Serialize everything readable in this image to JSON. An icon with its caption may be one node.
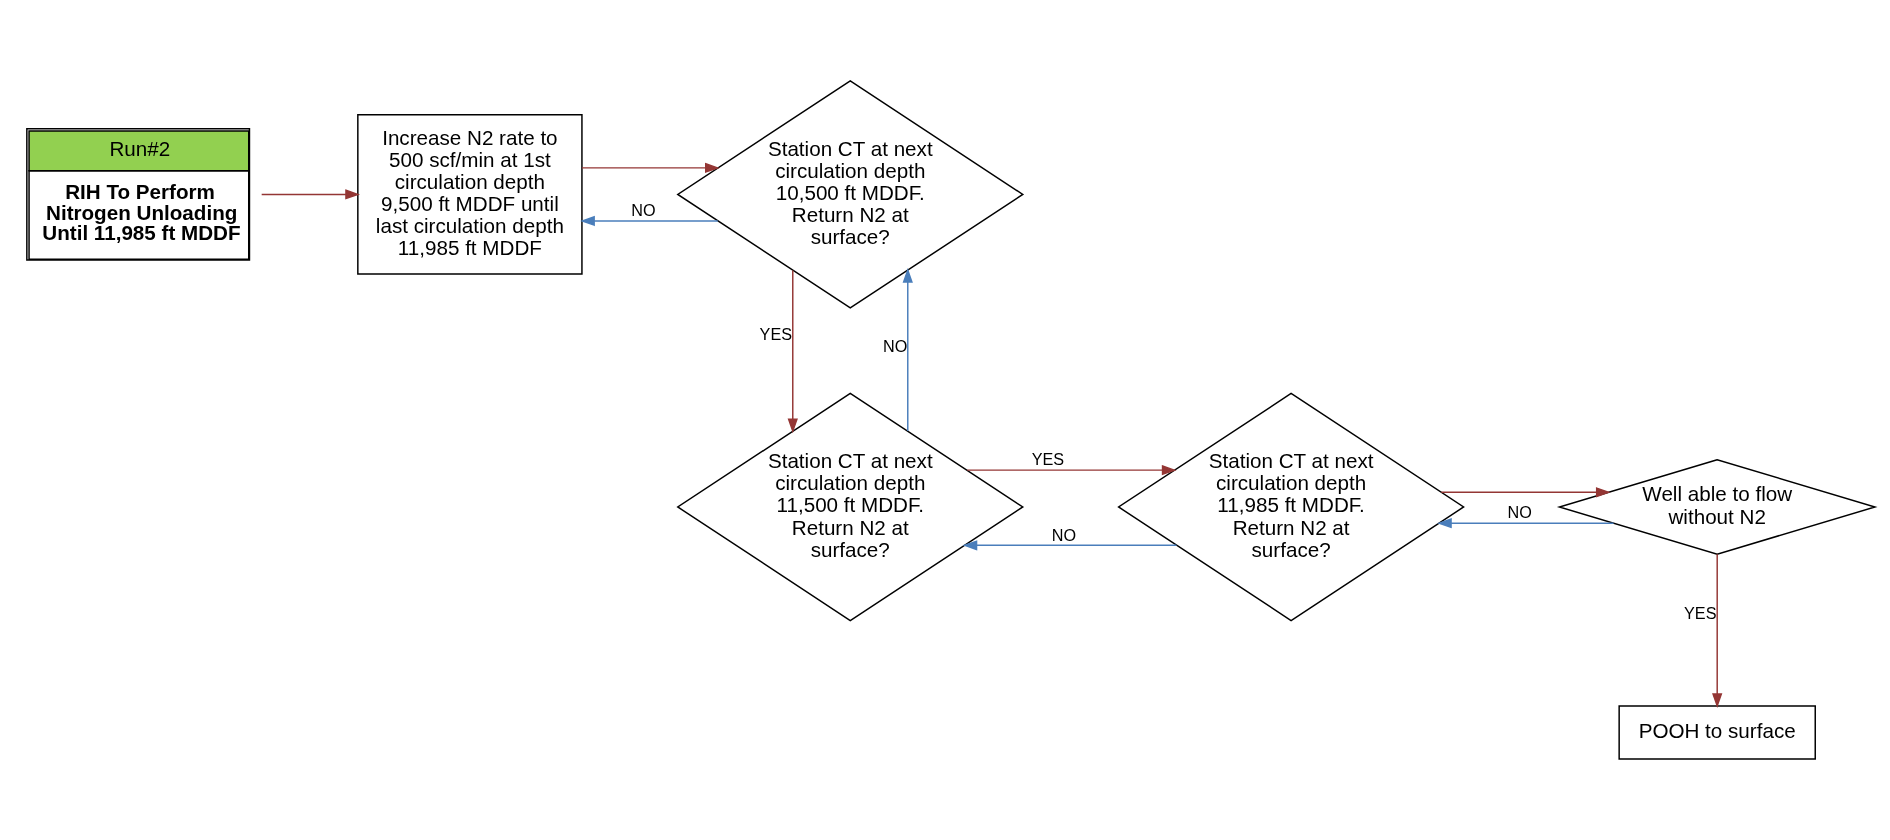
{
  "diagram": {
    "nodes": [
      {
        "text": [
          "Run#2",
          "RIH To Perform Nitrogen Unloading Until 11,985 ft MDDF"
        ]
      },
      {
        "text": [
          "Increase N2 rate to 500 scf/min at 1st circulation depth 9,500 ft MDDF until last circulation depth 11,985 ft MDDF"
        ]
      },
      {
        "text": [
          "Station CT at next circulation depth 10,500 ft MDDF. Return N2 at surface?"
        ]
      },
      {
        "text": [
          "Station CT at next circulation depth 11,500 ft MDDF. Return N2 at surface?"
        ]
      },
      {
        "text": [
          "Station CT at next circulation depth 11,985 ft MDDF. Return N2 at surface?"
        ]
      },
      {
        "text": [
          "Well able to flow without N2"
        ]
      },
      {
        "text": [
          "POOH to surface"
        ]
      }
    ],
    "edges": [
      {
        "from": 0,
        "to": 1,
        "arrow": "to"
      },
      {
        "from": 1,
        "to": 2,
        "arrow": "to"
      },
      {
        "from": 2,
        "to": 1,
        "arrow": "to",
        "label": "NO",
        "color": "#4a7ebb"
      },
      {
        "from": 2,
        "to": 3,
        "arrow": "to",
        "label": "YES"
      },
      {
        "from": 3,
        "to": 2,
        "arrow": "to",
        "label": "NO",
        "color": "#4a7ebb"
      },
      {
        "from": 3,
        "to": 4,
        "arrow": "to",
        "label": "YES"
      },
      {
        "from": 4,
        "to": 5,
        "arrow": "to"
      },
      {
        "from": 5,
        "to": 6,
        "arrow": "to",
        "label": "YES"
      },
      {
        "from": 5,
        "to": 4,
        "arrow": "to",
        "label": "NO",
        "color": "#4a7ebb"
      },
      {
        "from": 4,
        "to": 3,
        "arrow": "to",
        "label": "NO",
        "color": "#4a7ebb"
      }
    ]
  }
}
